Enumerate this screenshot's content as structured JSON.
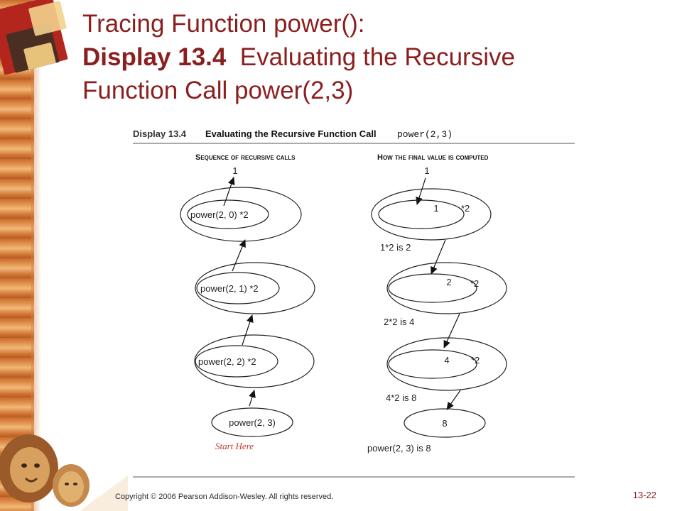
{
  "slide": {
    "title_line1": "Tracing Function power():",
    "title_bold": "Display 13.4",
    "title_rest_line2": "Evaluating the Recursive",
    "title_line3": "Function Call power(2,3)",
    "copyright": "Copyright © 2006 Pearson Addison-Wesley. All rights reserved.",
    "slide_number": "13-22"
  },
  "figure": {
    "display_label": "Display 13.4",
    "caption_bold": "Evaluating the Recursive Function Call",
    "caption_code": "power(2,3)",
    "left_heading": "Sequence of recursive calls",
    "right_heading": "How the final value is computed",
    "left_top_value": "1",
    "left_calls": [
      "power(2, 0) *2",
      "power(2, 1) *2",
      "power(2, 2) *2"
    ],
    "left_start_call": "power(2, 3)",
    "start_here": "Start Here",
    "right_top_value": "1",
    "right_values": [
      "1",
      "2",
      "4"
    ],
    "right_multiplier": "*2",
    "right_results": [
      "1*2 is 2",
      "2*2 is 4",
      "4*2 is 8"
    ],
    "right_final_value": "8",
    "right_final_statement": "power(2, 3) is 8"
  },
  "colors": {
    "title": "#8b1f1f",
    "start_here": "#c0392b",
    "ink": "#222222"
  }
}
